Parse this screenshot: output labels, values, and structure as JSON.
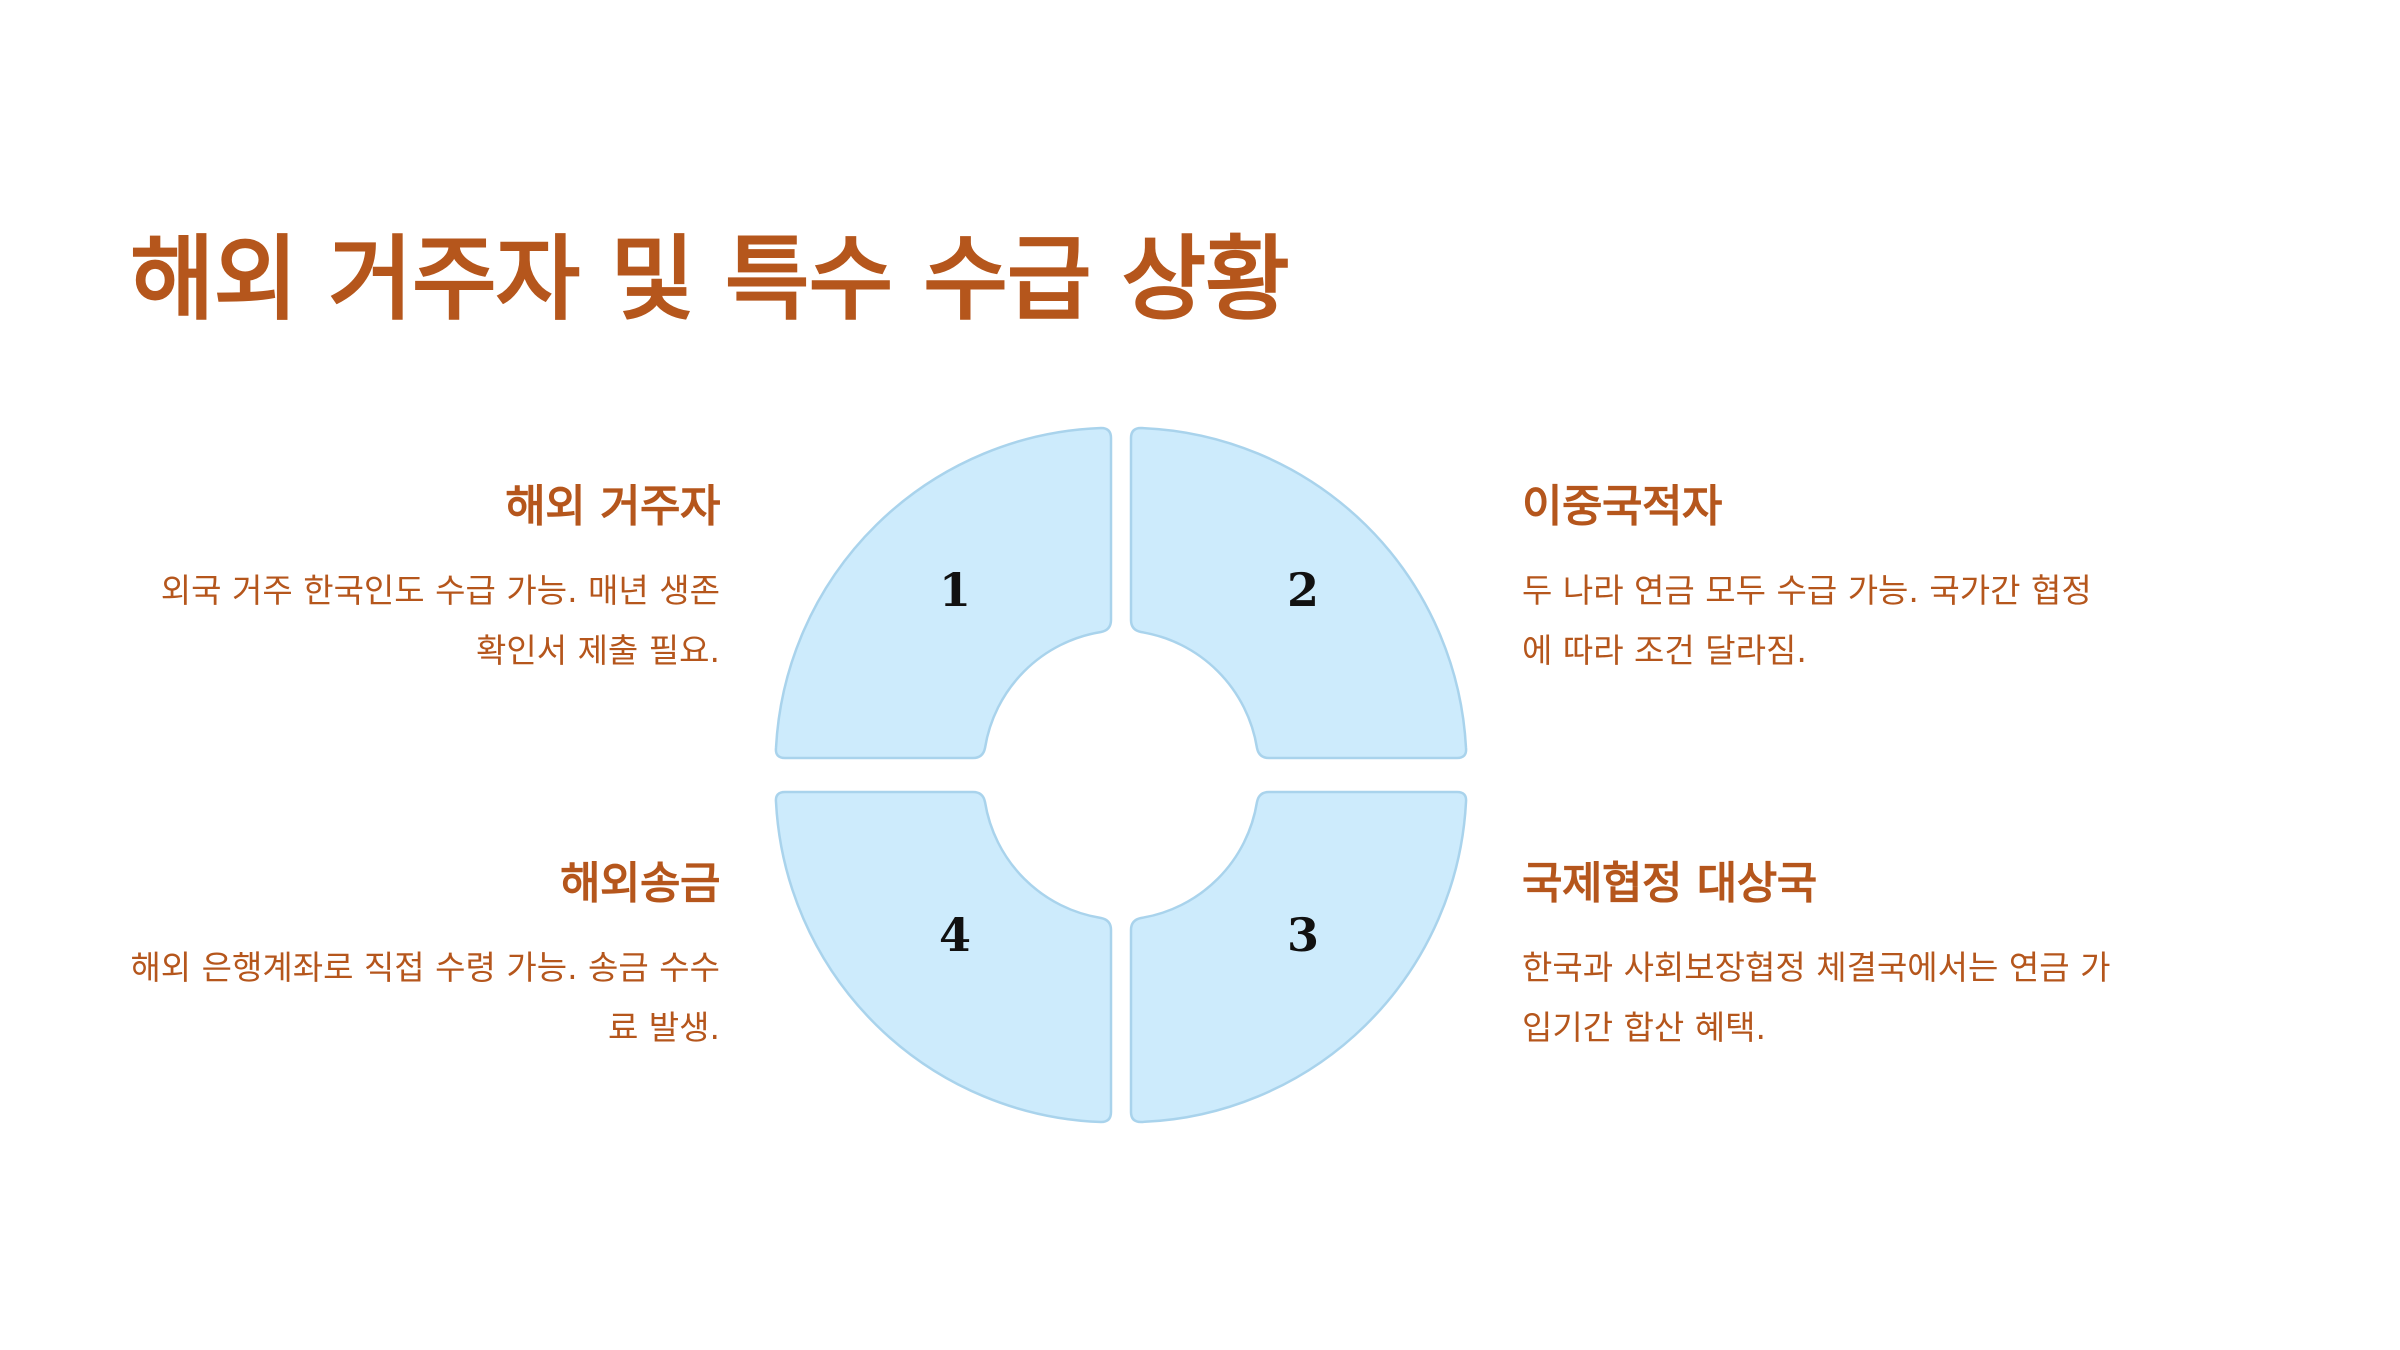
{
  "title": "해외 거주자 및 특수 수급 상황",
  "items": [
    {
      "number": "1",
      "heading": "해외 거주자",
      "text": "외국 거주 한국인도 수급 가능. 매년 생존 확인서 제출 필요."
    },
    {
      "number": "2",
      "heading": "이중국적자",
      "text": "두 나라 연금 모두 수급 가능. 국가간 협정에 따라 조건 달라짐."
    },
    {
      "number": "3",
      "heading": "국제협정 대상국",
      "text": "한국과 사회보장협정 체결국에서는 연금 가입기간 합산 혜택."
    },
    {
      "number": "4",
      "heading": "해외송금",
      "text": "해외 은행계좌로 직접 수령 가능. 송금 수수료 발생."
    }
  ],
  "colors": {
    "accent": "#B5561C",
    "segment_fill": "#CDEBFC",
    "segment_stroke": "#A9D3EC",
    "number": "#111111"
  }
}
